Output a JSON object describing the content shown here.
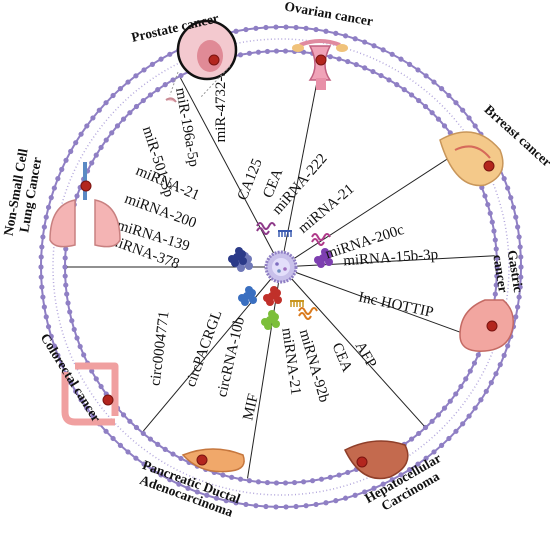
{
  "colors": {
    "membrane": "#8f7fc4",
    "membrane_dot": "#b3a7dc",
    "background": "#ffffff",
    "spoke": "#222222",
    "vesicle": "#c8c0ea",
    "tumor": "#b3261e"
  },
  "center": {
    "icon": "exosome-vesicle-icon"
  },
  "cancers": [
    {
      "id": "prostate",
      "label_lines": [
        "Prostate cancer"
      ],
      "icon": "prostate-organ-icon",
      "biomarkers": [
        "miR-501-3p",
        "miR-196a-5p"
      ],
      "molecule_icon": "rna-strand-icon"
    },
    {
      "id": "ovarian",
      "label_lines": [
        "Ovarian cancer"
      ],
      "icon": "uterus-ovary-icon",
      "biomarkers": [
        "miR-4732-5p"
      ],
      "molecule_icon": "rna-hairpin-icon"
    },
    {
      "id": "breast",
      "label_lines": [
        "Brreast cancer"
      ],
      "icon": "breast-tissue-icon",
      "biomarkers": [
        "CA125",
        "CEA",
        "miRNA-222",
        "miRNA-21",
        "miRNA-200c"
      ],
      "molecule_icon": "protein-icon"
    },
    {
      "id": "gastric",
      "label_lines": [
        "Gastric",
        "cancer"
      ],
      "icon": "stomach-icon",
      "biomarkers": [
        "miRNA-15b-3p",
        "Inc HOTTIP"
      ],
      "molecule_icon": "lncrna-icon"
    },
    {
      "id": "hepatocellular",
      "label_lines": [
        "Hepatocellular",
        "Carcinoma"
      ],
      "icon": "liver-icon",
      "biomarkers": [
        "AFP",
        "CEA",
        "miRNA-92b",
        "miRNA-21"
      ],
      "molecule_icon": "rna-comb-icon"
    },
    {
      "id": "pancreatic",
      "label_lines": [
        "Pancreatic Ductal",
        "Adenocarcinoma"
      ],
      "icon": "pancreas-icon",
      "biomarkers": [
        "MIF",
        "circRNA-10b"
      ],
      "molecule_icon": "protein-icon"
    },
    {
      "id": "colorectal",
      "label_lines": [
        "Colorectal cancer"
      ],
      "icon": "colon-icon",
      "biomarkers": [
        "circ0004771",
        "circPACRGL"
      ],
      "molecule_icon": "circrna-icon"
    },
    {
      "id": "lung",
      "label_lines": [
        "Non-Small Cell",
        "Lung Cancer"
      ],
      "icon": "lungs-icon",
      "biomarkers": [
        "miRNA-21",
        "miRNA-200",
        "miRNA-139",
        "miRNA-378"
      ],
      "molecule_icon": "protein-icon"
    }
  ]
}
